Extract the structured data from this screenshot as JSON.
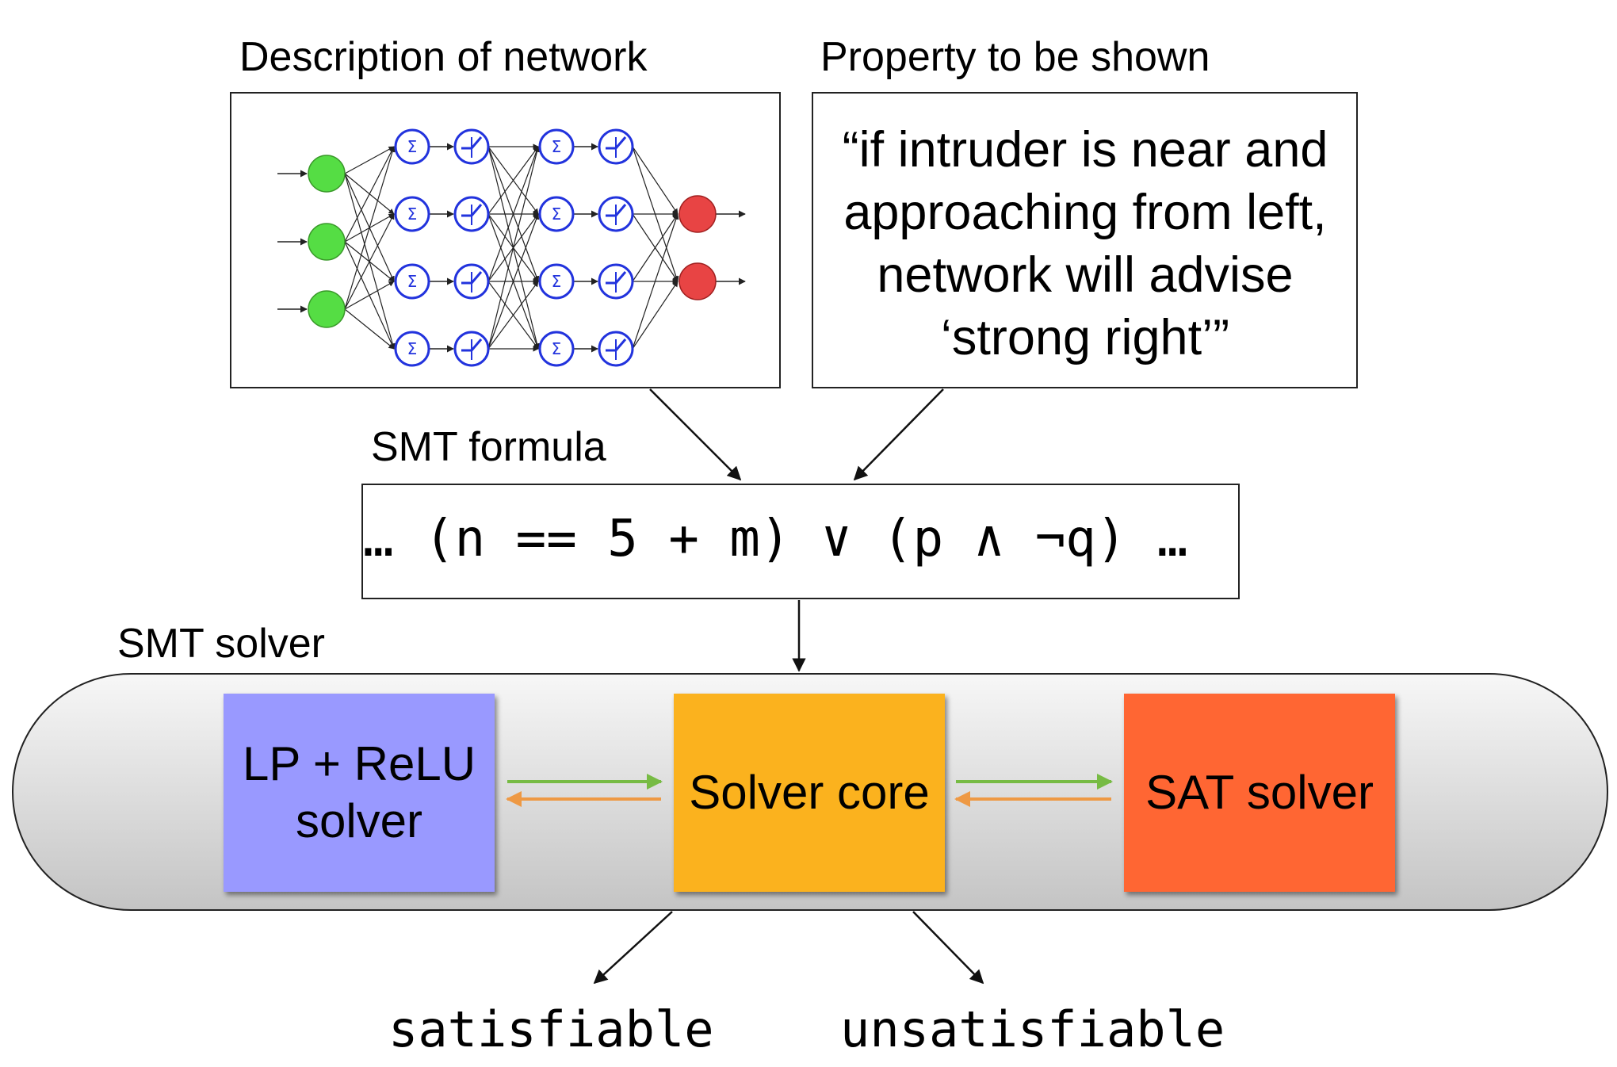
{
  "labels": {
    "network_desc": "Description of network",
    "property": "Property to be shown",
    "smt_formula": "SMT formula",
    "smt_solver": "SMT solver"
  },
  "property_text": [
    "“if intruder is near and",
    "approaching from left,",
    "network will advise",
    "‘strong right’”"
  ],
  "formula": "… (n == 5 + m) ∨ (p ∧ ¬q) …",
  "components": {
    "lp": [
      "LP + ReLU",
      "solver"
    ],
    "core": "Solver core",
    "sat": "SAT solver"
  },
  "results": {
    "sat": "satisfiable",
    "unsat": "unsatisfiable"
  },
  "network": {
    "input_symbol": "",
    "sum_symbol": "Σ"
  },
  "colors": {
    "input_node": "#55dd44",
    "output_node": "#e84444",
    "hidden_node_stroke": "#2233dd",
    "lp_box": "#9999ff",
    "core_box": "#fbb21e",
    "sat_box": "#ff6633",
    "arrow_green": "#77bb44",
    "arrow_orange": "#ee9944"
  }
}
